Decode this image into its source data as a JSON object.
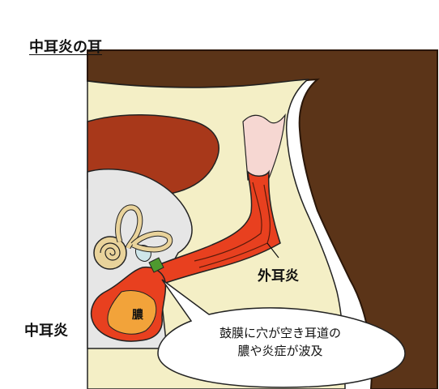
{
  "title": "中耳炎の耳",
  "labels": {
    "left": "中耳炎",
    "external": "外耳炎",
    "pus": "膿"
  },
  "callout": {
    "line1": "鼓膜に穴が空き耳道の",
    "line2": "膿や炎症が波及"
  },
  "colors": {
    "skin_dark": "#5b3418",
    "skin_light": "#f4efc6",
    "bone": "#e6e6e6",
    "muscle": "#a8381a",
    "canal_red": "#e8401f",
    "canal_pink": "#f6d7d2",
    "pus_orange": "#f2a33a",
    "cochlea": "#e9d39b",
    "eardrum_green": "#4e9a2f"
  }
}
